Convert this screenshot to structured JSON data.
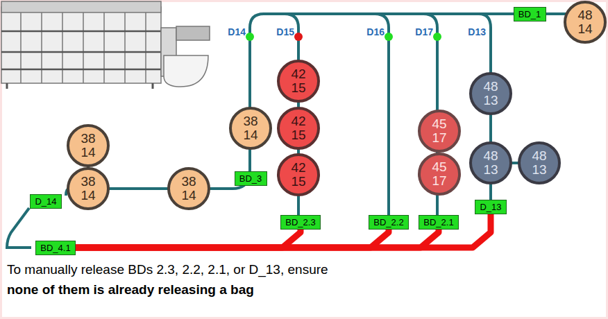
{
  "diagram": {
    "caption": "To manually release BDs 2.3, 2.2, 2.1, or D_13, ensure",
    "nodes": [
      {
        "text": [
          "BD_1"
        ]
      },
      {
        "text": [
          "48",
          "14"
        ]
      },
      {
        "text": [
          "42",
          "15"
        ]
      },
      {
        "text": [
          "48",
          "13"
        ]
      },
      {
        "text": [
          "38",
          "14"
        ]
      },
      {
        "text": [
          "42",
          "15"
        ]
      },
      {
        "text": [
          "45",
          "17"
        ]
      },
      {
        "text": [
          "38",
          "14"
        ]
      },
      {
        "text": [
          "42",
          "15"
        ]
      },
      {
        "text": [
          "45",
          "17"
        ]
      },
      {
        "text": [
          "48",
          "13"
        ]
      },
      {
        "text": [
          "48",
          "13"
        ]
      },
      {
        "text": [
          "BD_3"
        ]
      },
      {
        "text": [
          "D_14"
        ]
      },
      {
        "text": [
          "38",
          "14"
        ]
      },
      {
        "text": [
          "38",
          "14"
        ]
      },
      {
        "text": [
          "D_13"
        ]
      },
      {
        "text": [
          "BD_2.3"
        ]
      },
      {
        "text": [
          "BD_2.2"
        ]
      },
      {
        "text": [
          "BD_2.1"
        ]
      },
      {
        "text": [
          "BD_4.1"
        ]
      }
    ],
    "edges": [
      {
        "from": 17,
        "to": 20,
        "arrow": "none"
      },
      {
        "from": 18,
        "to": 20,
        "arrow": "none"
      },
      {
        "from": 19,
        "to": 20,
        "arrow": "none"
      },
      {
        "from": 16,
        "to": 20,
        "arrow": "none"
      }
    ],
    "labels": [
      "D14",
      "D15",
      "D16",
      "D17",
      "D13",
      "none of them is already releasing a bag"
    ]
  }
}
